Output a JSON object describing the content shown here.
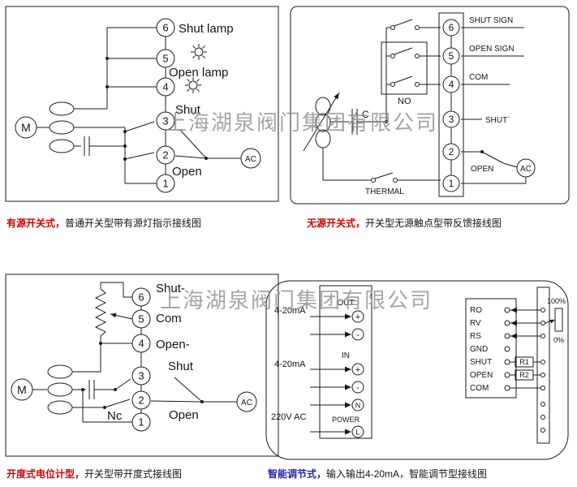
{
  "watermark": "上海湖泉阀门集团有限公司",
  "colors": {
    "caption_red": "#d40000",
    "caption_blue": "#2424b4",
    "line": "#1a1a1a"
  },
  "d1": {
    "terminals": [
      "6",
      "5",
      "4",
      "3",
      "2",
      "1"
    ],
    "shut_lamp": "Shut lamp",
    "open_lamp": "Open lamp",
    "shut": "Shut",
    "open": "Open",
    "motor": "M",
    "ac": "AC",
    "caption_type": "有源开关式，",
    "caption_desc": "普通开关型带有源灯指示接线图"
  },
  "d2": {
    "terminals": [
      "6",
      "5",
      "4",
      "3",
      "2",
      "1"
    ],
    "shut_sign": "SHUT SIGN",
    "open_sign": "OPEN SIGN",
    "com": "COM",
    "shut": "SHUT`",
    "open": "OPEN",
    "no": "NO",
    "thermal": "THERMAL",
    "cap": "C",
    "ac": "AC",
    "caption_type": "无源开关式，",
    "caption_desc": "开关型无源触点型带反馈接线图"
  },
  "d3": {
    "terminals": [
      "6",
      "5",
      "4",
      "3",
      "2",
      "1"
    ],
    "shut_minus": "Shut-",
    "com": "Com",
    "open_minus": "Open-",
    "shut": "Shut",
    "nc": "Nc",
    "open": "Open",
    "motor": "M",
    "ac": "AC",
    "caption_type": "开度式电位计型，",
    "caption_desc": "开关型带开度式接线图"
  },
  "d4": {
    "out": "OUT",
    "in": "IN",
    "power": "POWER",
    "plus": "+",
    "minus": "-",
    "n": "N",
    "l": "L",
    "ma1": "4-20mA",
    "ma2": "4-20mA",
    "v220": "220V  AC",
    "rows": [
      "RO",
      "RV",
      "RS",
      "GND",
      "SHUT",
      "OPEN",
      "COM"
    ],
    "r1": "R1",
    "r2": "R2",
    "pct100": "100%",
    "pct0": "0%",
    "caption_type": "智能调节式，",
    "caption_desc": "输入输出4-20mA，智能调节型接线图"
  }
}
